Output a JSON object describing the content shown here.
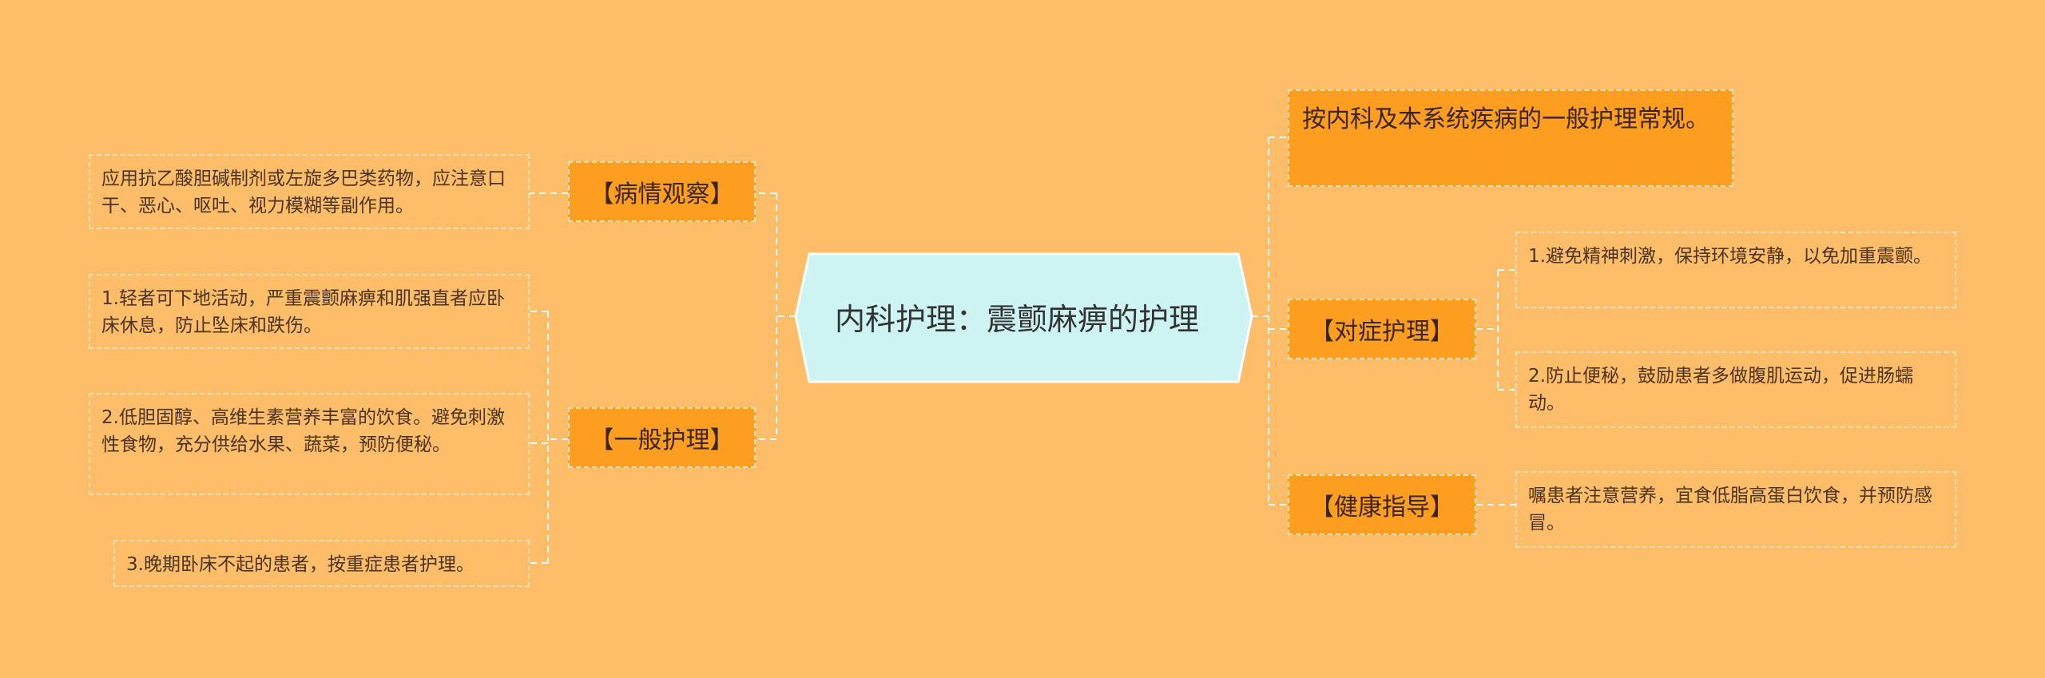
{
  "colors": {
    "background": "#FEBE69",
    "center_fill": "#CDF3F2",
    "branch_fill": "#FE9E20",
    "connector": "#ffffff"
  },
  "center": {
    "title": "内科护理：震颤麻痹的护理"
  },
  "left": [
    {
      "label": "【病情观察】",
      "items": [
        "应用抗乙酸胆碱制剂或左旋多巴类药物，应注意口干、恶心、呕吐、视力模糊等副作用。"
      ]
    },
    {
      "label": "【一般护理】",
      "items": [
        "1.轻者可下地活动，严重震颤麻痹和肌强直者应卧床休息，防止坠床和跌伤。",
        "2.低胆固醇、高维生素营养丰富的饮食。避免刺激性食物，充分供给水果、蔬菜，预防便秘。",
        "3.晚期卧床不起的患者，按重症患者护理。"
      ]
    }
  ],
  "right": [
    {
      "label": "按内科及本系统疾病的一般护理常规。",
      "items": []
    },
    {
      "label": "【对症护理】",
      "items": [
        "1.避免精神刺激，保持环境安静，以免加重震颤。",
        "2.防止便秘，鼓励患者多做腹肌运动，促进肠蠕动。"
      ]
    },
    {
      "label": "【健康指导】",
      "items": [
        "嘱患者注意营养，宜食低脂高蛋白饮食，并预防感冒。"
      ]
    }
  ]
}
